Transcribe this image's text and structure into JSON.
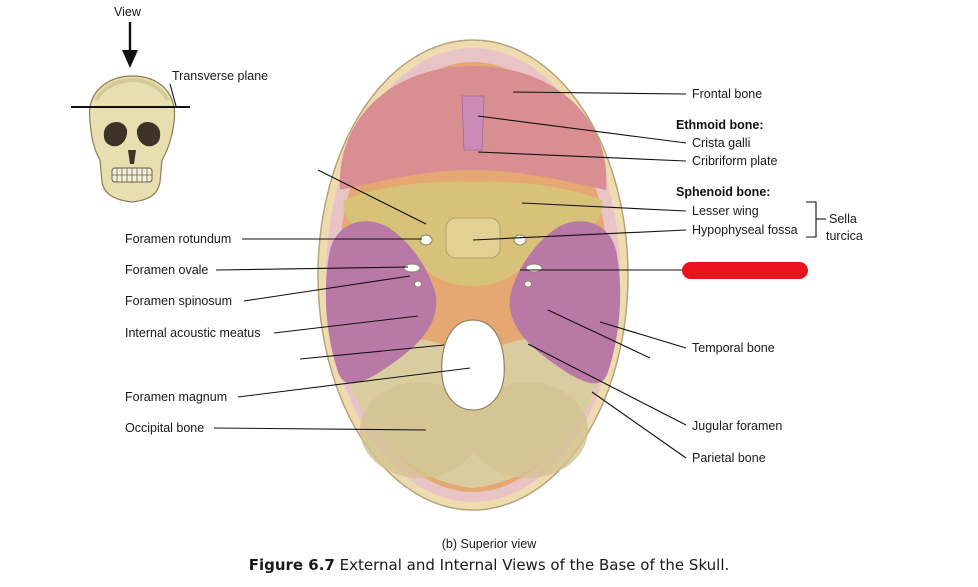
{
  "inset": {
    "view_label": "View",
    "plane_label": "Transverse plane"
  },
  "labels_left": {
    "foramen_rotundum": "Foramen rotundum",
    "foramen_ovale": "Foramen ovale",
    "foramen_spinosum": "Foramen spinosum",
    "internal_acoustic_meatus": "Internal acoustic meatus",
    "foramen_magnum": "Foramen magnum",
    "occipital_bone": "Occipital bone"
  },
  "labels_right": {
    "frontal_bone": "Frontal bone",
    "ethmoid_heading": "Ethmoid bone:",
    "crista_galli": "Crista galli",
    "cribriform_plate": "Cribriform plate",
    "sphenoid_heading": "Sphenoid bone:",
    "lesser_wing": "Lesser wing",
    "hypophyseal_fossa": "Hypophyseal fossa",
    "sella_line1": "Sella",
    "sella_line2": "turcica",
    "temporal_bone": "Temporal bone",
    "jugular_foramen": "Jugular foramen",
    "parietal_bone": "Parietal bone"
  },
  "captions": {
    "view": "(b) Superior view",
    "figure_number": "Figure 6.7",
    "figure_title": "External and Internal Views of the Base of the Skull."
  },
  "colors": {
    "frontal": "#d98e92",
    "sphenoid": "#d8c27a",
    "temporal": "#b879a6",
    "occipital": "#d9cda0",
    "parietal_rim": "#e6a872",
    "cranial_edge": "#e9c4c7",
    "redaction": "#e8141d"
  }
}
